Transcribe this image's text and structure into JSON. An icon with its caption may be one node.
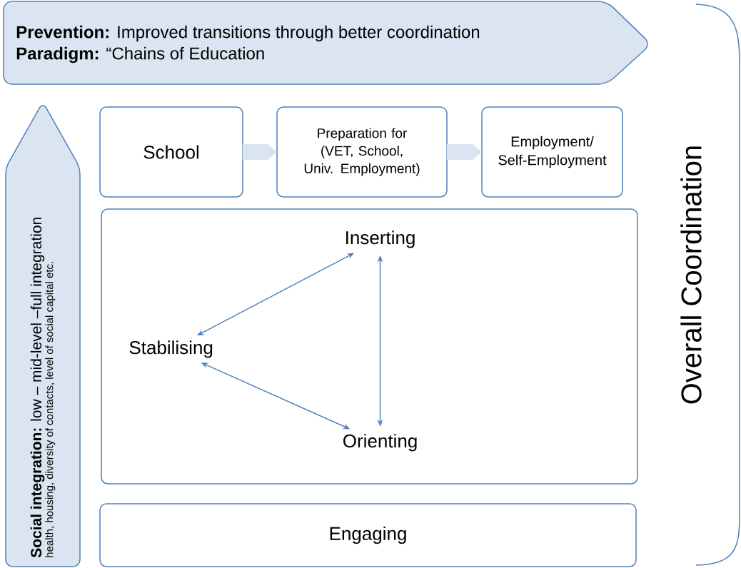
{
  "diagram": {
    "nodes": [
      {
        "text": [
          "**Prevention:** Improved transitions through better coordination",
          "**Paradigm:** “Chains of Education"
        ]
      },
      {
        "text": [
          "**Social integration:** low – mid-level –full  integration",
          "health, housing, diversity of contacts, level of social capital etc."
        ]
      },
      {
        "text": [
          "School"
        ]
      },
      {
        "text": [
          "Preparation for (VET, School, Univ. Employment)"
        ]
      },
      {
        "text": [
          "Employment/ Self-Employment"
        ]
      },
      {
        "text": [],
        "shape": "box"
      },
      {
        "text": [
          "Inserting"
        ],
        "in": 5
      },
      {
        "text": [
          "Stabilising"
        ],
        "in": 5
      },
      {
        "text": [
          "Orienting"
        ],
        "in": 5
      },
      {
        "text": [
          "Engaging"
        ]
      }
    ],
    "edges": [
      {
        "from": 2,
        "to": 3,
        "arrow": "to",
        "style": "thick",
        "color": "#dbe5f1"
      },
      {
        "from": 3,
        "to": 4,
        "arrow": "to",
        "style": "thick",
        "color": "#dbe5f1"
      },
      {
        "from": 7,
        "to": 6,
        "arrow": "both"
      },
      {
        "from": 7,
        "to": 8,
        "arrow": "both"
      },
      {
        "from": 6,
        "to": 8,
        "arrow": "both"
      }
    ],
    "labels": [
      "Overall Coordination"
    ]
  }
}
